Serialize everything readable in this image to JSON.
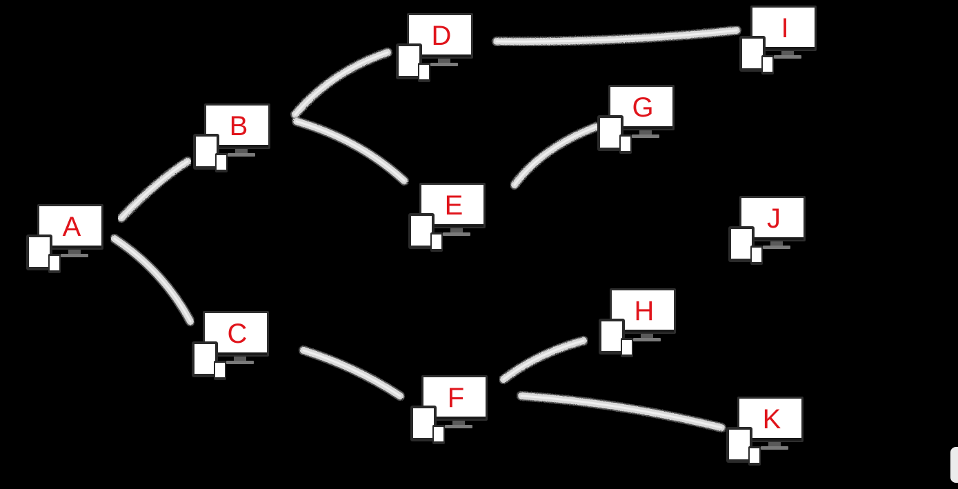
{
  "diagram": {
    "nodes": [
      {
        "id": "A",
        "label": "A",
        "icon": "computer-devices-icon"
      },
      {
        "id": "B",
        "label": "B",
        "icon": "computer-devices-icon"
      },
      {
        "id": "C",
        "label": "C",
        "icon": "computer-devices-icon"
      },
      {
        "id": "D",
        "label": "D",
        "icon": "computer-devices-icon"
      },
      {
        "id": "E",
        "label": "E",
        "icon": "computer-devices-icon"
      },
      {
        "id": "F",
        "label": "F",
        "icon": "computer-devices-icon"
      },
      {
        "id": "G",
        "label": "G",
        "icon": "computer-devices-icon"
      },
      {
        "id": "H",
        "label": "H",
        "icon": "computer-devices-icon"
      },
      {
        "id": "I",
        "label": "I",
        "icon": "computer-devices-icon"
      },
      {
        "id": "J",
        "label": "J",
        "icon": "computer-devices-icon"
      },
      {
        "id": "K",
        "label": "K",
        "icon": "computer-devices-icon"
      }
    ],
    "edges": [
      {
        "from": "A",
        "to": "B"
      },
      {
        "from": "A",
        "to": "C"
      },
      {
        "from": "B",
        "to": "D"
      },
      {
        "from": "B",
        "to": "E"
      },
      {
        "from": "C",
        "to": "F"
      },
      {
        "from": "D",
        "to": "I"
      },
      {
        "from": "E",
        "to": "G"
      },
      {
        "from": "F",
        "to": "H"
      },
      {
        "from": "F",
        "to": "K"
      }
    ]
  },
  "colors": {
    "background": "#000000",
    "label": "#e0141b",
    "edge": "#d9d9d9",
    "monitor_frame": "#3a3a3a",
    "screen": "#ffffff"
  }
}
